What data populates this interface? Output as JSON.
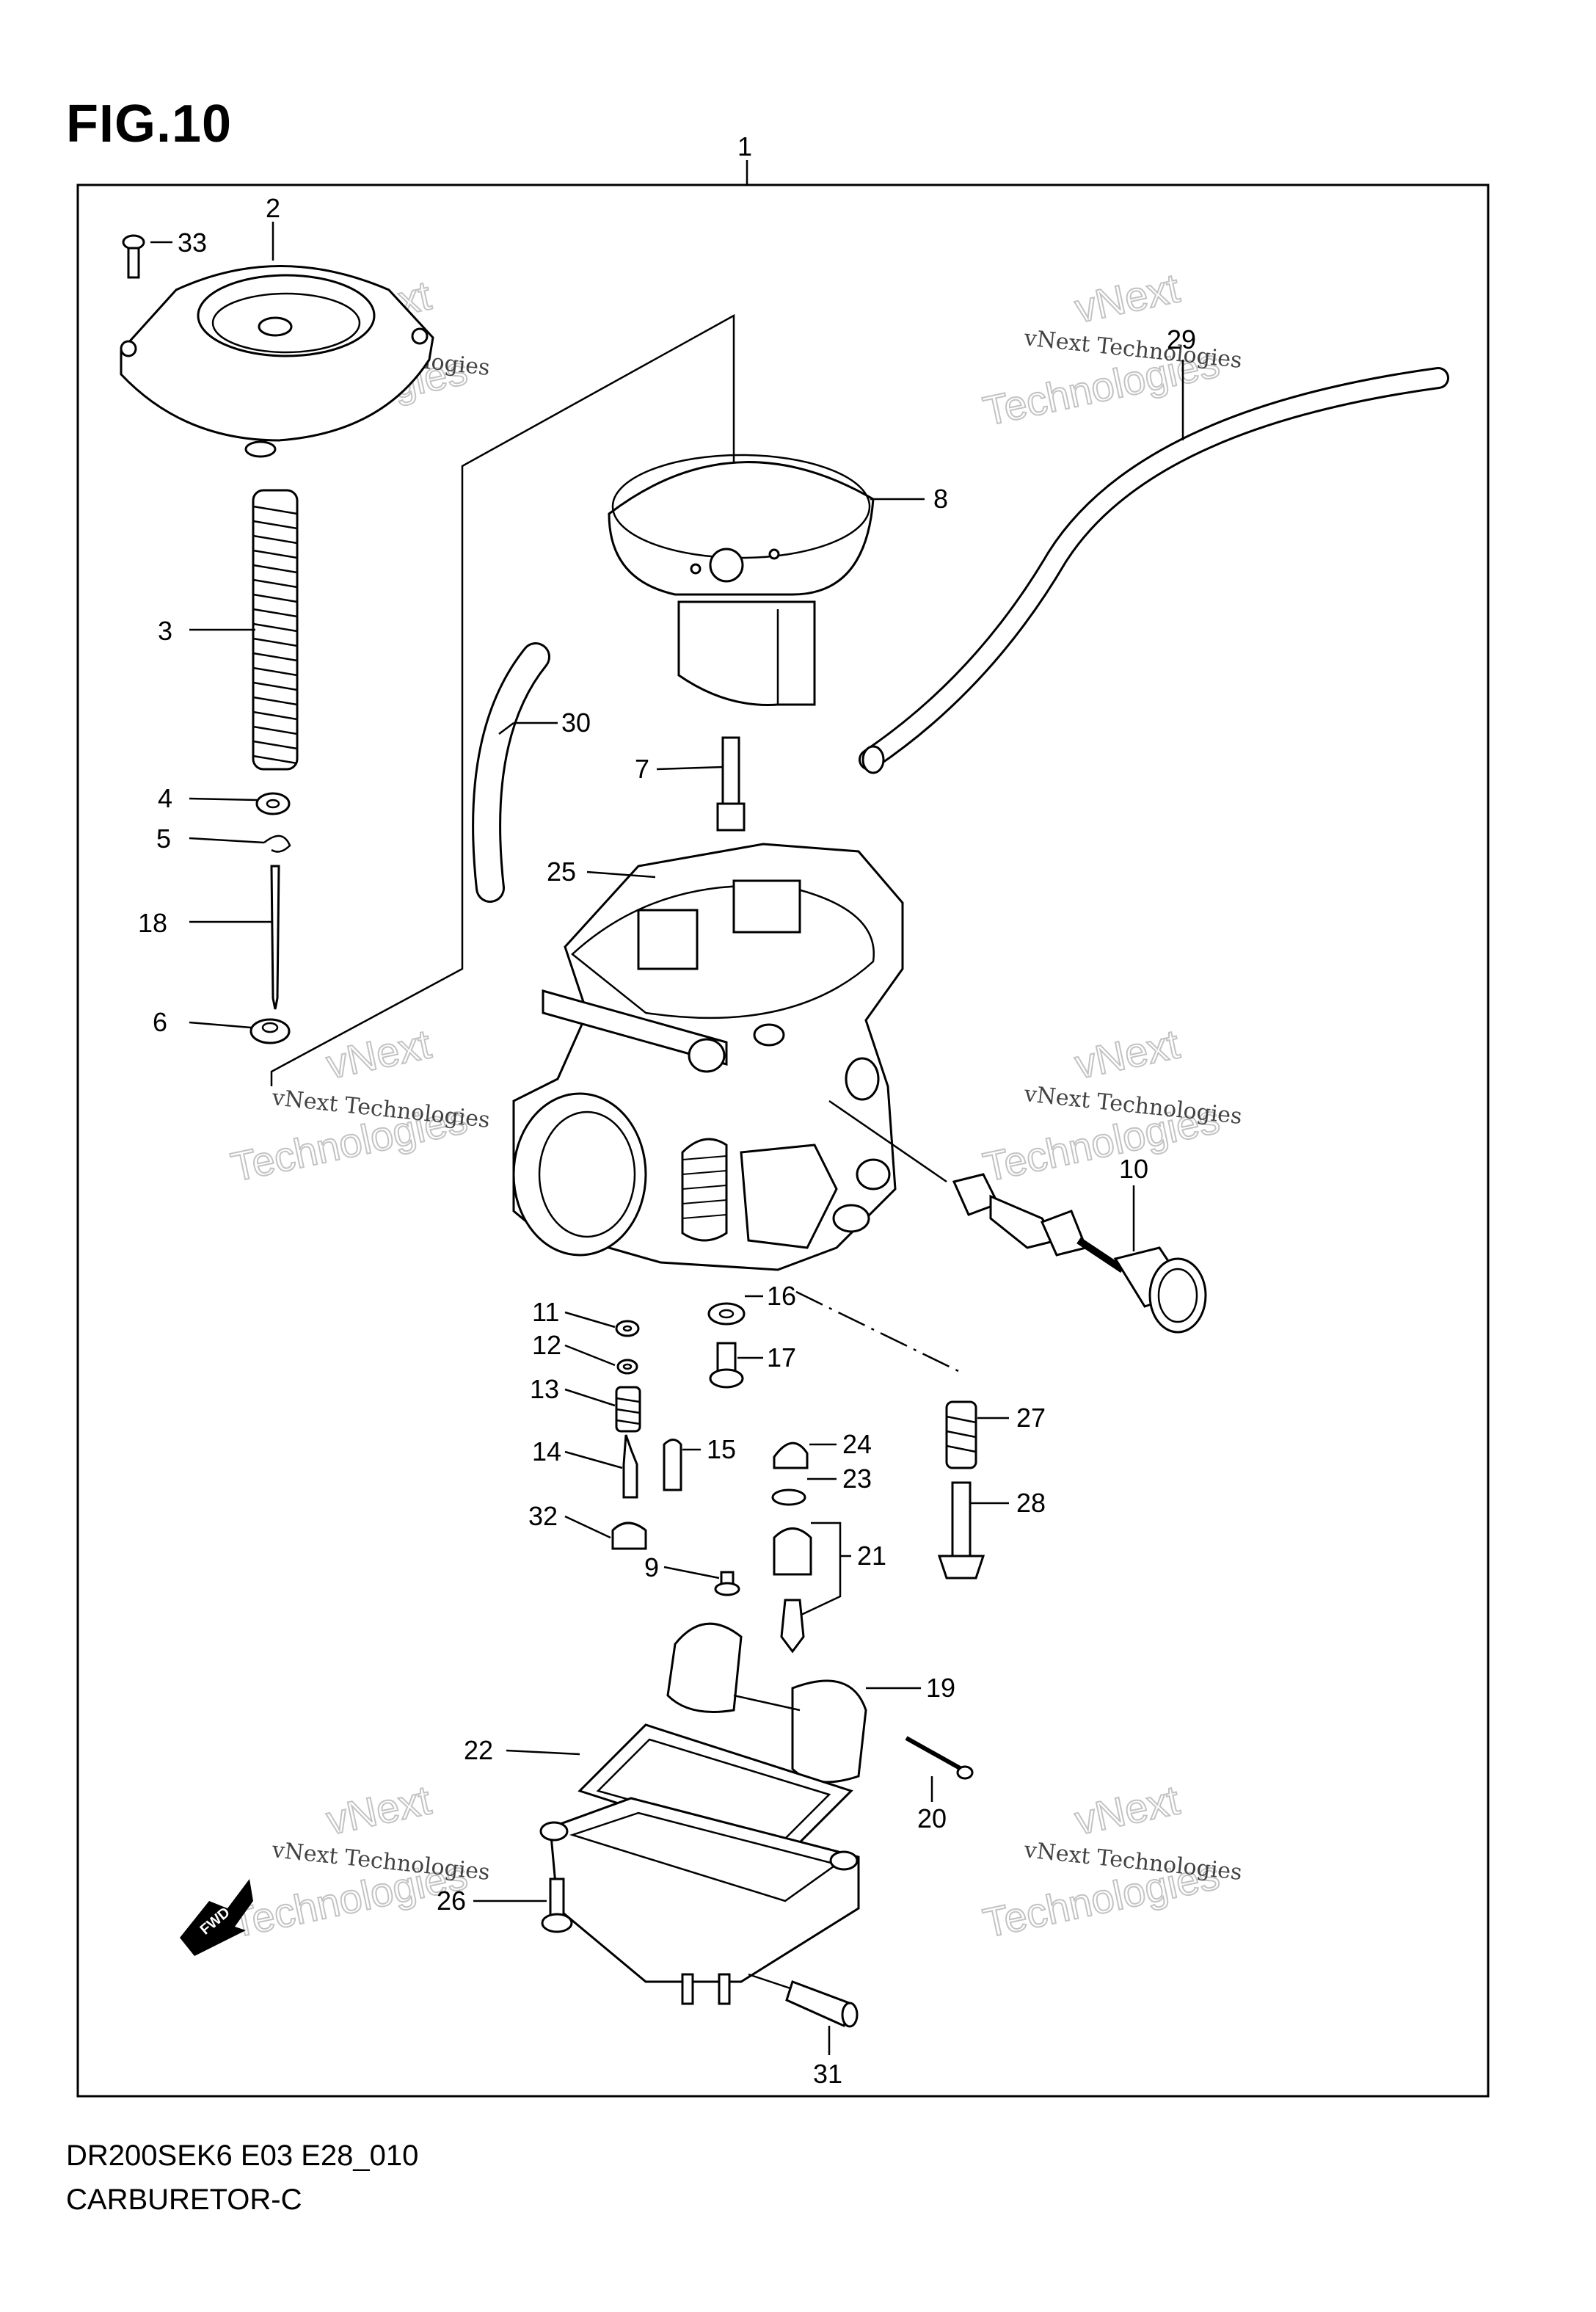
{
  "figure": {
    "title": "FIG.10"
  },
  "footer": {
    "model_code": "DR200SEK6 E03 E28_010",
    "part_name": "CARBURETOR-C"
  },
  "fwd_arrow": {
    "label": "FWD"
  },
  "watermark": {
    "line1": "vNext Technologies",
    "line2": "vNext\nTechnologies"
  },
  "callouts": {
    "c1": "1",
    "c2": "2",
    "c3": "3",
    "c4": "4",
    "c5": "5",
    "c6": "6",
    "c7": "7",
    "c8": "8",
    "c9": "9",
    "c10": "10",
    "c11": "11",
    "c12": "12",
    "c13": "13",
    "c14": "14",
    "c15": "15",
    "c16": "16",
    "c17": "17",
    "c18": "18",
    "c19": "19",
    "c20": "20",
    "c21": "21",
    "c22": "22",
    "c23": "23",
    "c24": "24",
    "c25": "25",
    "c26": "26",
    "c27": "27",
    "c28": "28",
    "c29": "29",
    "c30": "30",
    "c31": "31",
    "c32": "32",
    "c33": "33"
  }
}
